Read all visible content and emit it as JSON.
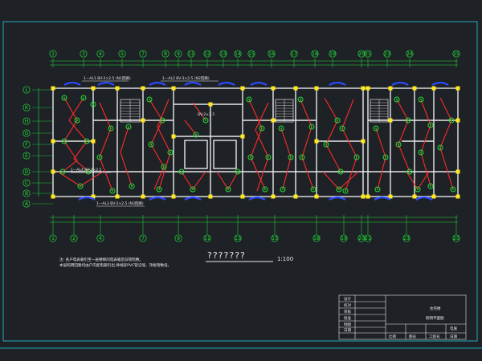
{
  "drawing": {
    "title": "???????",
    "scale": "1:100",
    "notes": [
      "注: 各户电表箱引至一层楼梯间电表箱后穿管暗敷。",
      "    本层照明回路均由户内配电箱引出,导线穿PVC管沿墙、顶板暗敷设。"
    ],
    "annotations": [
      {
        "text": "1—AL1  BV-2×2.5  (N1回路)"
      },
      {
        "text": "1—AL2  BV-3×2.5  (N2回路)"
      },
      {
        "text": "BV-2×2.5"
      },
      {
        "text": "1—AL4  BV-2×2.5"
      },
      {
        "text": "1—AL3  BV-2×2.5  (N3回路)"
      }
    ]
  },
  "axes": {
    "top_numbers": [
      "1",
      "3",
      "4",
      "5",
      "7",
      "8",
      "9",
      "11",
      "12",
      "13",
      "14",
      "15",
      "16",
      "17",
      "18",
      "19",
      "20",
      "21",
      "23",
      "24",
      "25"
    ],
    "bottom_numbers": [
      "1",
      "2",
      "4",
      "7",
      "9",
      "11",
      "13",
      "15",
      "18",
      "19",
      "20",
      "21",
      "23",
      "25"
    ],
    "left_letters": [
      "L",
      "K",
      "H",
      "G",
      "F",
      "E",
      "D",
      "C",
      "B",
      "A"
    ]
  },
  "title_block": {
    "project": "住宅楼",
    "sheet": "电施",
    "drawing_name": "照明平面图",
    "left_rows": [
      "设计",
      "校对",
      "审核",
      "批准",
      "制图",
      "日期"
    ],
    "bottom_cells": [
      "比例",
      "图号",
      "工程号",
      "日期"
    ]
  },
  "colors": {
    "background": "#1e2226",
    "frame": "#22a9b8",
    "wall": "#e8e8e8",
    "axis": "#22e03a",
    "wiring": "#ff2a2a",
    "column": "#ffe81a",
    "fixture": "#2a4aff"
  }
}
